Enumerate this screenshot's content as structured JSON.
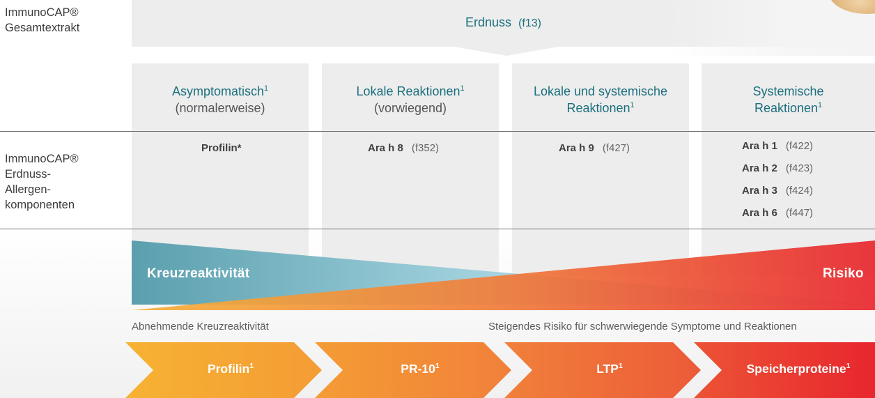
{
  "row_labels": {
    "extract": [
      "ImmunoCAP®",
      "Gesamtextrakt"
    ],
    "components": [
      "ImmunoCAP®",
      "Erdnuss-",
      "Allergen-",
      "komponenten"
    ]
  },
  "extract": {
    "name": "Erdnuss",
    "code": "(f13)"
  },
  "columns": [
    {
      "title": "Asymptomatisch",
      "sup": "1",
      "subtitle": "(normalerweise)"
    },
    {
      "title": "Lokale Reaktionen",
      "sup": "1",
      "subtitle": "(vorwiegend)"
    },
    {
      "title": "Lokale und systemische",
      "title2": "Reaktionen",
      "sup": "1"
    },
    {
      "title": "Systemische",
      "title2": "Reaktionen",
      "sup": "1"
    }
  ],
  "components": {
    "col1": [
      {
        "name": "Profilin*"
      }
    ],
    "col2": [
      {
        "name": "Ara h 8",
        "code": "(f352)"
      }
    ],
    "col3": [
      {
        "name": "Ara h 9",
        "code": "(f427)"
      }
    ],
    "col4": [
      {
        "name": "Ara h 1",
        "code": "(f422)"
      },
      {
        "name": "Ara h 2",
        "code": "(f423)"
      },
      {
        "name": "Ara h 3",
        "code": "(f424)"
      },
      {
        "name": "Ara h 6",
        "code": "(f447)"
      }
    ]
  },
  "gradient": {
    "left_label": "Kreuzreaktivität",
    "right_label": "Risiko",
    "left_caption": "Abnehmende Kreuzreaktivität",
    "right_caption": "Steigendes Risiko für schwerwiegende Symptome und Reaktionen"
  },
  "chevrons": [
    {
      "label": "Profilin",
      "sup": "1"
    },
    {
      "label": "PR-10",
      "sup": "1"
    },
    {
      "label": "LTP",
      "sup": "1"
    },
    {
      "label": "Speicherproteine",
      "sup": "1"
    }
  ],
  "colors": {
    "teal": "#1b6f7e",
    "cross_reactivity": "#5b9fae",
    "risk": "#e8262e",
    "chevron_start": "#f6b233",
    "chevron_end": "#e8262e"
  }
}
